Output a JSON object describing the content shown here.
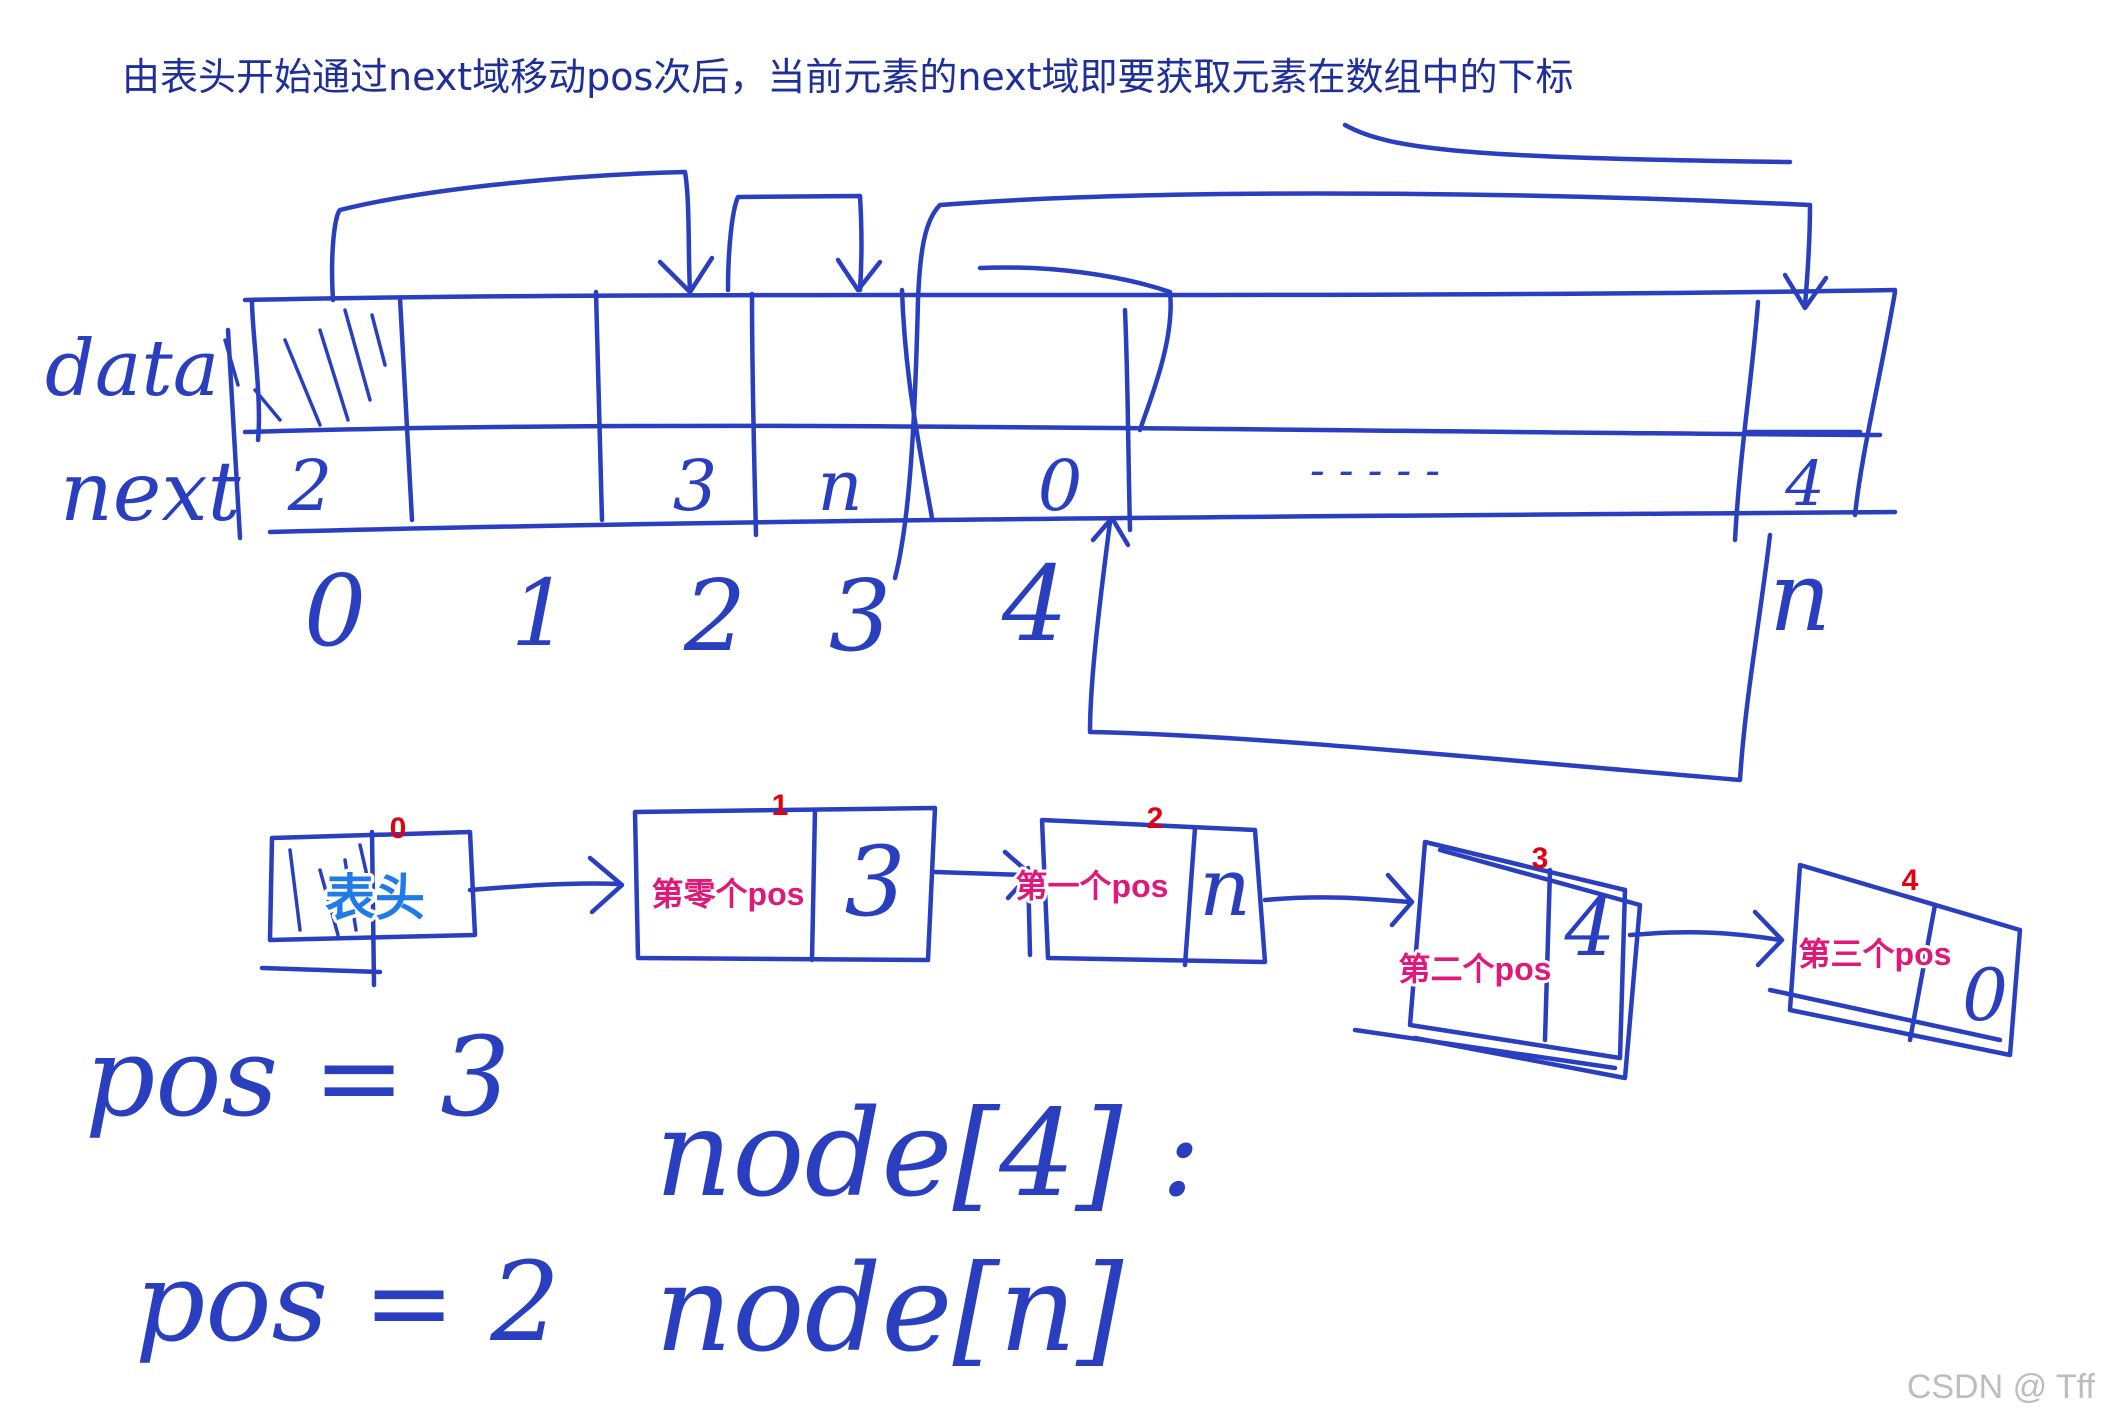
{
  "title": "由表头开始通过next域移动pos次后，当前元素的next域即要获取元素在数组中的下标",
  "array": {
    "row_labels": {
      "data": "data",
      "next": "next"
    },
    "next_values": [
      "2",
      "3",
      "n",
      "0",
      "- - - - -",
      "4"
    ],
    "indices": [
      "0",
      "1",
      "2",
      "3",
      "4",
      "n"
    ]
  },
  "list": {
    "nodes": [
      {
        "label": "表头",
        "index": "0",
        "next": ""
      },
      {
        "label": "第零个pos",
        "index": "1",
        "next": "3"
      },
      {
        "label": "第一个pos",
        "index": "2",
        "next": "n"
      },
      {
        "label": "第二个pos",
        "index": "3",
        "next": "4"
      },
      {
        "label": "第三个pos",
        "index": "4",
        "next": "0"
      }
    ]
  },
  "notes": {
    "pos1": "pos = 3",
    "node1": "node[4] :",
    "pos2": "pos = 2",
    "node2": "node[n]"
  },
  "watermark": "CSDN @ Tff",
  "colors": {
    "ink": "#2a3fbf",
    "index_red": "#e3000f",
    "label_pink": "#e0187a",
    "label_blue": "#1f7be8"
  }
}
